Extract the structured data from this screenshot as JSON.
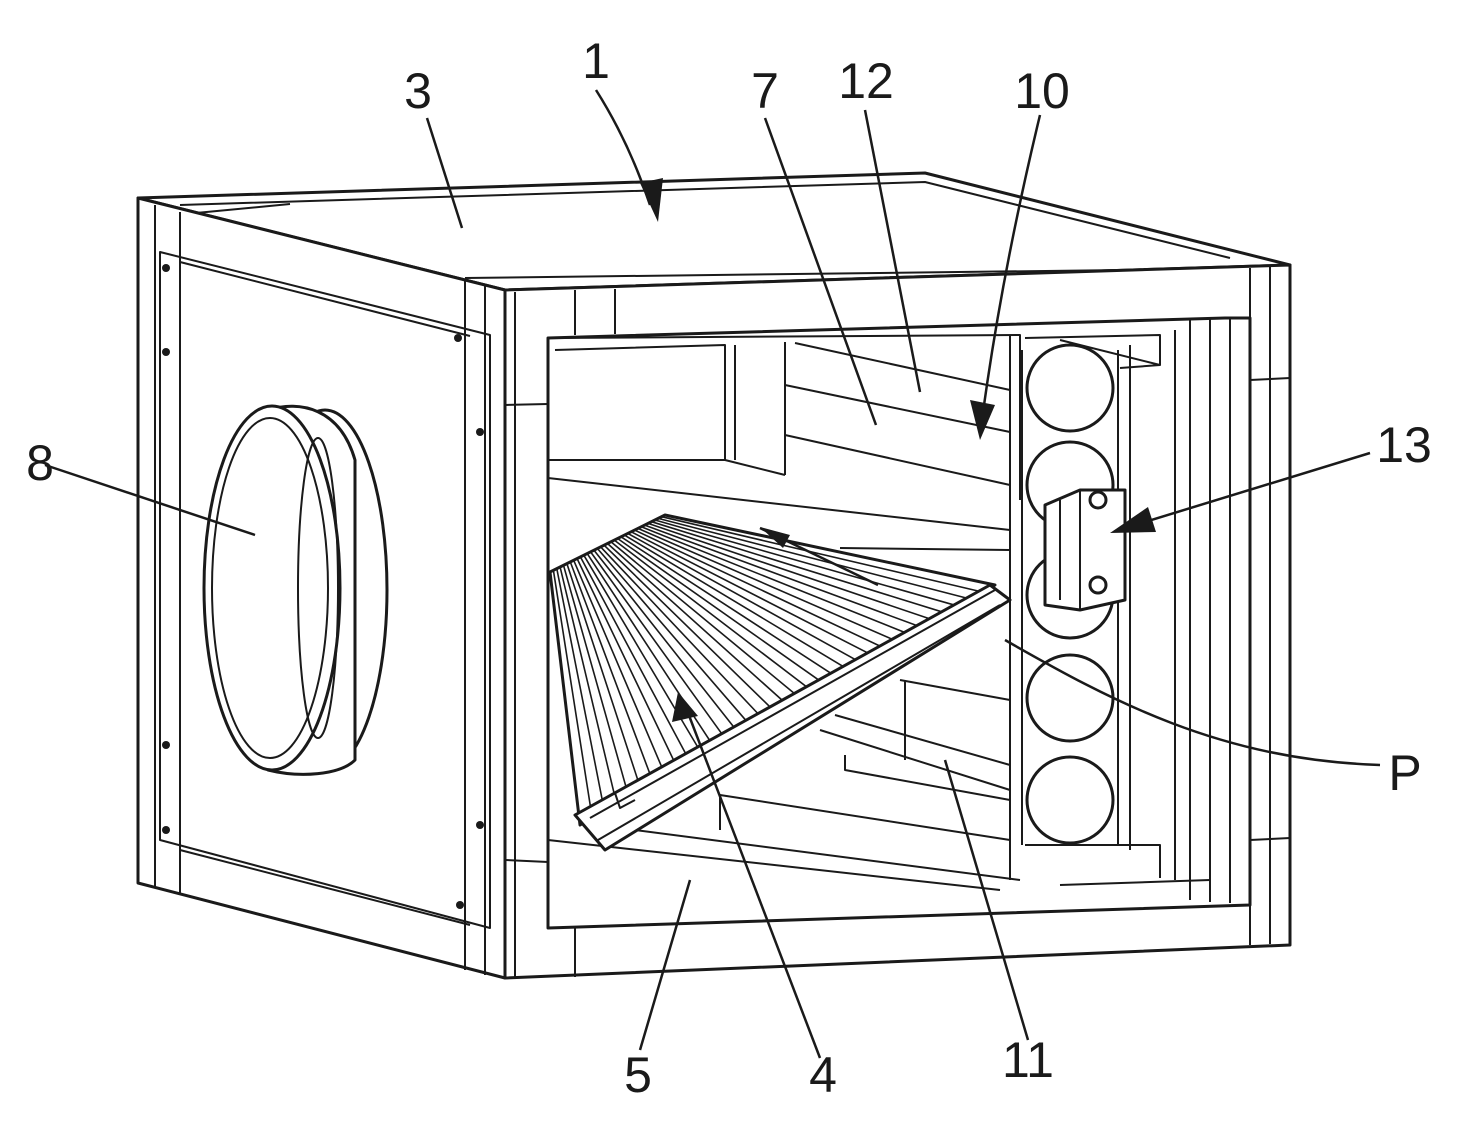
{
  "labels": {
    "n1": "1",
    "n3": "3",
    "n4": "4",
    "n5": "5",
    "n7": "7",
    "n8": "8",
    "n10": "10",
    "n11": "11",
    "n12": "12",
    "n13": "13",
    "P": "P"
  }
}
